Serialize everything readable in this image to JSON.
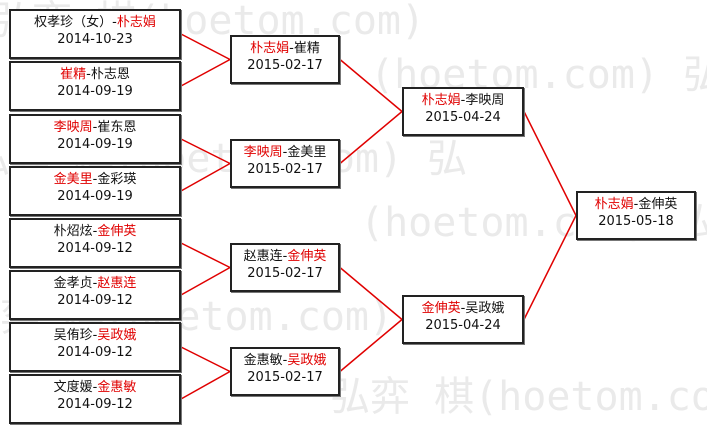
{
  "watermark_lines": [
    "弘弈  棋(hoetom.com)",
    "(hoetom.com) 弘",
    "弘弈  棋(hoetom.com) 弘",
    "(hoetom.com) 弘",
    "弘弈  棋(hoetom.com) 弘",
    "弘弈  棋(hoetom.com)"
  ],
  "colors": {
    "winner": "#e00000",
    "line": "#e00000",
    "text": "#111111",
    "border": "#222222"
  },
  "rounds": [
    {
      "name": "round1",
      "matches": [
        {
          "p1": "权孝珍（女）",
          "p2": "朴志娟",
          "winner": 2,
          "date": "2014-10-23"
        },
        {
          "p1": "崔精",
          "p2": "朴志恩",
          "winner": 1,
          "date": "2014-09-19"
        },
        {
          "p1": "李映周",
          "p2": "崔东恩",
          "winner": 1,
          "date": "2014-09-19"
        },
        {
          "p1": "金美里",
          "p2": "金彩瑛",
          "winner": 1,
          "date": "2014-09-19"
        },
        {
          "p1": "朴炤炫",
          "p2": "金伸英",
          "winner": 2,
          "date": "2014-09-12"
        },
        {
          "p1": "金孝贞",
          "p2": "赵惠连",
          "winner": 2,
          "date": "2014-09-12"
        },
        {
          "p1": "吴侑珍",
          "p2": "吴政娥",
          "winner": 2,
          "date": "2014-09-12"
        },
        {
          "p1": "文度媛",
          "p2": "金惠敏",
          "winner": 2,
          "date": "2014-09-12"
        }
      ]
    },
    {
      "name": "round2",
      "matches": [
        {
          "p1": "朴志娟",
          "p2": "崔精",
          "winner": 1,
          "date": "2015-02-17"
        },
        {
          "p1": "李映周",
          "p2": "金美里",
          "winner": 1,
          "date": "2015-02-17"
        },
        {
          "p1": "赵惠连",
          "p2": "金伸英",
          "winner": 2,
          "date": "2015-02-17"
        },
        {
          "p1": "金惠敏",
          "p2": "吴政娥",
          "winner": 2,
          "date": "2015-02-17"
        }
      ]
    },
    {
      "name": "semifinal",
      "matches": [
        {
          "p1": "朴志娟",
          "p2": "李映周",
          "winner": 1,
          "date": "2015-04-24"
        },
        {
          "p1": "金伸英",
          "p2": "吴政娥",
          "winner": 1,
          "date": "2015-04-24"
        }
      ]
    },
    {
      "name": "final",
      "matches": [
        {
          "p1": "朴志娟",
          "p2": "金伸英",
          "winner": 1,
          "date": "2015-05-18"
        }
      ]
    }
  ]
}
